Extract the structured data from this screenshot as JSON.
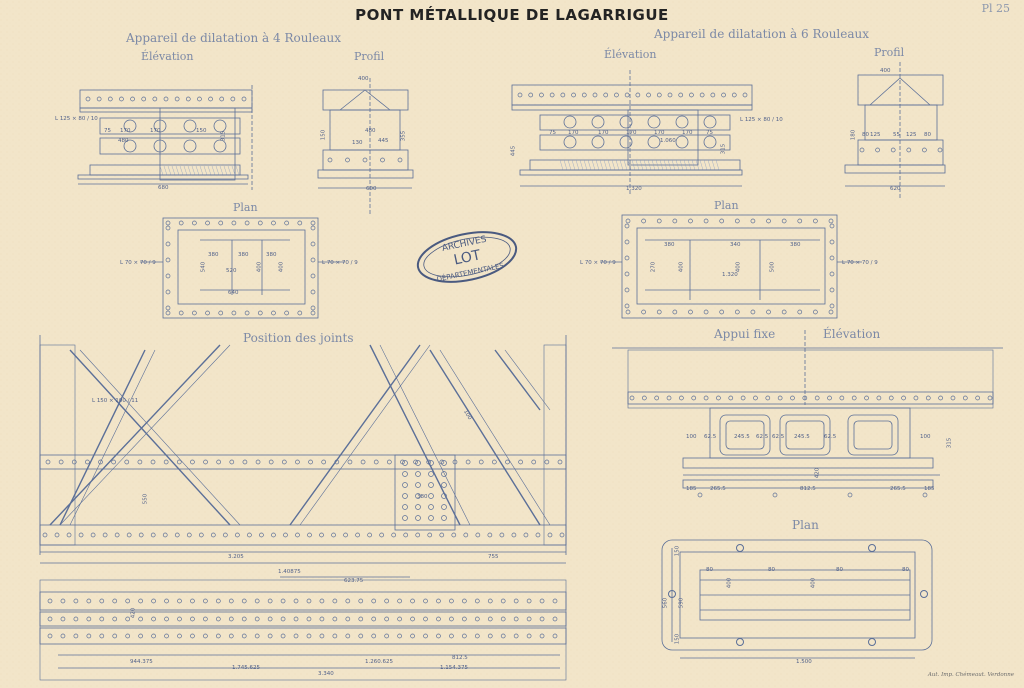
{
  "header": {
    "title": "PONT MÉTALLIQUE DE LAGARRIGUE",
    "plate_number": "Pl 25"
  },
  "sections": {
    "four_rollers": {
      "title": "Appareil de dilatation à 4 Rouleaux",
      "elevation_label": "Élévation",
      "profile_label": "Profil",
      "plan_label": "Plan",
      "elevation_dims": [
        "L 125 × 80 / 10",
        "75",
        "170",
        "170",
        "150",
        "480",
        "315",
        "680"
      ],
      "profile_dims": [
        "400",
        "480",
        "150",
        "130",
        "445",
        "355",
        "600"
      ],
      "plan_dims": [
        "L 70 × 70 / 9",
        "L 70 × 70 / 9",
        "380",
        "380",
        "380",
        "540",
        "520",
        "400",
        "400",
        "640"
      ]
    },
    "six_rollers": {
      "title": "Appareil de dilatation à 6 Rouleaux",
      "elevation_label": "Élévation",
      "profile_label": "Profil",
      "plan_label": "Plan",
      "elevation_dims": [
        "L 125 × 80 / 10",
        "75",
        "170",
        "170",
        "170",
        "170",
        "170",
        "75",
        "1.060",
        "445",
        "315",
        "1.320"
      ],
      "profile_dims": [
        "400",
        "80",
        "125",
        "55",
        "125",
        "80",
        "180",
        "620"
      ],
      "plan_dims": [
        "L 70 × 70 / 9",
        "L 70 × 70 / 9",
        "380",
        "340",
        "380",
        "270",
        "400",
        "400",
        "1.320",
        "500"
      ]
    },
    "joints": {
      "title": "Position des joints",
      "dims": [
        "L 150 × 100 / 11",
        "100",
        "550",
        "380",
        "3.205",
        "755",
        "1.40875",
        "623.75",
        "420",
        "944.375",
        "1.745.625",
        "1.260.625",
        "812.5",
        "1.154.375",
        "3.340"
      ]
    },
    "fixed_support": {
      "title": "Appui fixe",
      "elevation_label": "Élévation",
      "plan_label": "Plan",
      "elevation_dims": [
        "100",
        "62.5",
        "245.5",
        "62.5",
        "62.5",
        "245.5",
        "62.5",
        "100",
        "315",
        "420",
        "185",
        "265.5",
        "812.5",
        "265.5",
        "185"
      ],
      "plan_dims": [
        "150",
        "80",
        "80",
        "80",
        "80",
        "400",
        "400",
        "560",
        "590",
        "150",
        "1.500"
      ]
    }
  },
  "stamp": {
    "line1": "ARCHIVES",
    "line2": "LOT",
    "line3": "DÉPARTEMENTALES"
  },
  "footer": {
    "credit": "Aut. Imp. Chémeaut. Verdonne"
  },
  "colors": {
    "paper": "#f2e5c9",
    "ink": "#5b6f98",
    "stamp": "#4a5a80",
    "title": "#232323"
  }
}
